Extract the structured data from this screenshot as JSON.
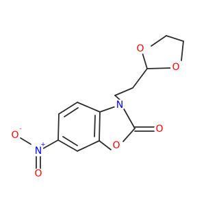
{
  "molecule": {
    "colors": {
      "carbon_bond": "#2b2b2b",
      "oxygen": "#ff0000",
      "nitrogen": "#0000ff"
    },
    "atoms": [
      {
        "id": "o_diox1",
        "symbol": "O",
        "name": "dioxolane-oxygen-1",
        "color": "oxygen"
      },
      {
        "id": "o_diox2",
        "symbol": "O",
        "name": "dioxolane-oxygen-2",
        "color": "oxygen"
      },
      {
        "id": "n_ring",
        "symbol": "N",
        "name": "ring-nitrogen",
        "color": "nitrogen"
      },
      {
        "id": "o_carbonyl",
        "symbol": "O",
        "name": "carbonyl-oxygen",
        "color": "oxygen"
      },
      {
        "id": "o_ring",
        "symbol": "O",
        "name": "oxazole-ring-oxygen",
        "color": "oxygen"
      },
      {
        "id": "n_nitro",
        "symbol": "N",
        "name": "nitro-nitrogen",
        "color": "nitrogen",
        "charge": "+"
      },
      {
        "id": "o_nitro_top",
        "symbol": "O",
        "name": "nitro-oxygen-anion",
        "color": "oxygen",
        "charge": "-"
      },
      {
        "id": "o_nitro_bot",
        "symbol": "O",
        "name": "nitro-oxygen-double",
        "color": "oxygen"
      }
    ]
  }
}
